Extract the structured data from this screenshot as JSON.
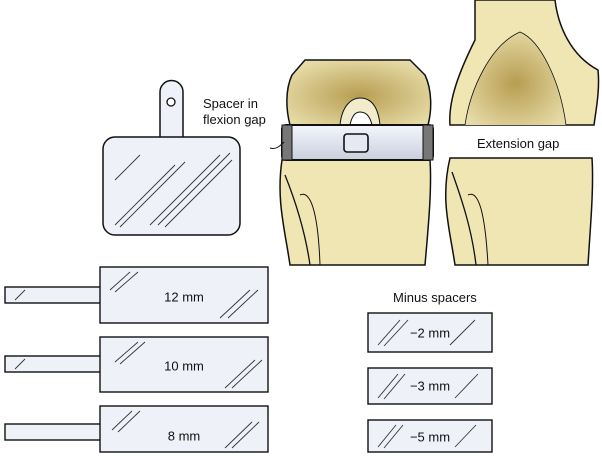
{
  "labels": {
    "spacer_in_flexion_gap_line1": "Spacer in",
    "spacer_in_flexion_gap_line2": "flexion gap",
    "extension_gap": "Extension gap",
    "minus_spacers": "Minus spacers"
  },
  "spacers": [
    {
      "label": "12 mm"
    },
    {
      "label": "10 mm"
    },
    {
      "label": "8 mm"
    }
  ],
  "minus_spacers": [
    {
      "label": "−2 mm"
    },
    {
      "label": "−3 mm"
    },
    {
      "label": "−5 mm"
    }
  ],
  "colors": {
    "bone": "#efe6b4",
    "bone_dark": "#b79d52",
    "spacer": "#eef1f7",
    "outline": "#111111"
  }
}
